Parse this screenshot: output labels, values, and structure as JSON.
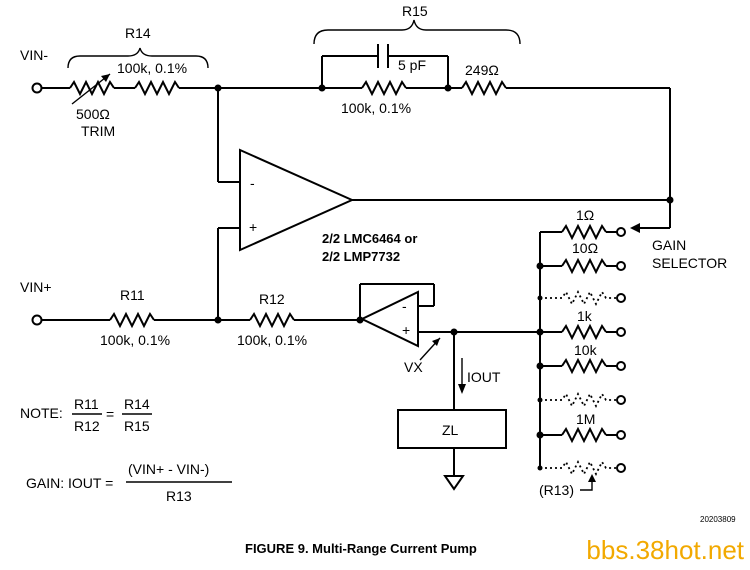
{
  "labels": {
    "vin_minus": "VIN-",
    "vin_plus": "VIN+",
    "r14": "R14",
    "r15": "R15",
    "r14_value": "100k, 0.1%",
    "trim_value": "500Ω",
    "trim_label": "TRIM",
    "cap_value": "5 pF",
    "r15_res_value": "100k, 0.1%",
    "r15_series_value": "249Ω",
    "opamp_part_line1": "2/2 LMC6464 or",
    "opamp_part_line2": "2/2 LMP7732",
    "r11": "R11",
    "r11_value": "100k, 0.1%",
    "r12": "R12",
    "r12_value": "100k, 0.1%",
    "vx": "VX",
    "iout": "IOUT",
    "zl": "ZL",
    "gain_selector_line1": "GAIN",
    "gain_selector_line2": "SELECTOR",
    "gain_1": "1Ω",
    "gain_2": "10Ω",
    "gain_3": "1k",
    "gain_4": "10k",
    "gain_5": "1M",
    "r13": "(R13)",
    "opamp_minus": "-",
    "opamp_plus": "+",
    "buffer_minus": "-",
    "buffer_plus": "+"
  },
  "note": {
    "prefix": "NOTE:",
    "lhs_num": "R11",
    "lhs_den": "R12",
    "equals": "=",
    "rhs_num": "R14",
    "rhs_den": "R15"
  },
  "gain_eq": {
    "prefix": "GAIN: IOUT =",
    "numerator": "(VIN+ - VIN-)",
    "denominator": "R13"
  },
  "doc_number": "20203809",
  "caption": "FIGURE 9. Multi-Range Current Pump",
  "watermark": "bbs.38hot.net"
}
